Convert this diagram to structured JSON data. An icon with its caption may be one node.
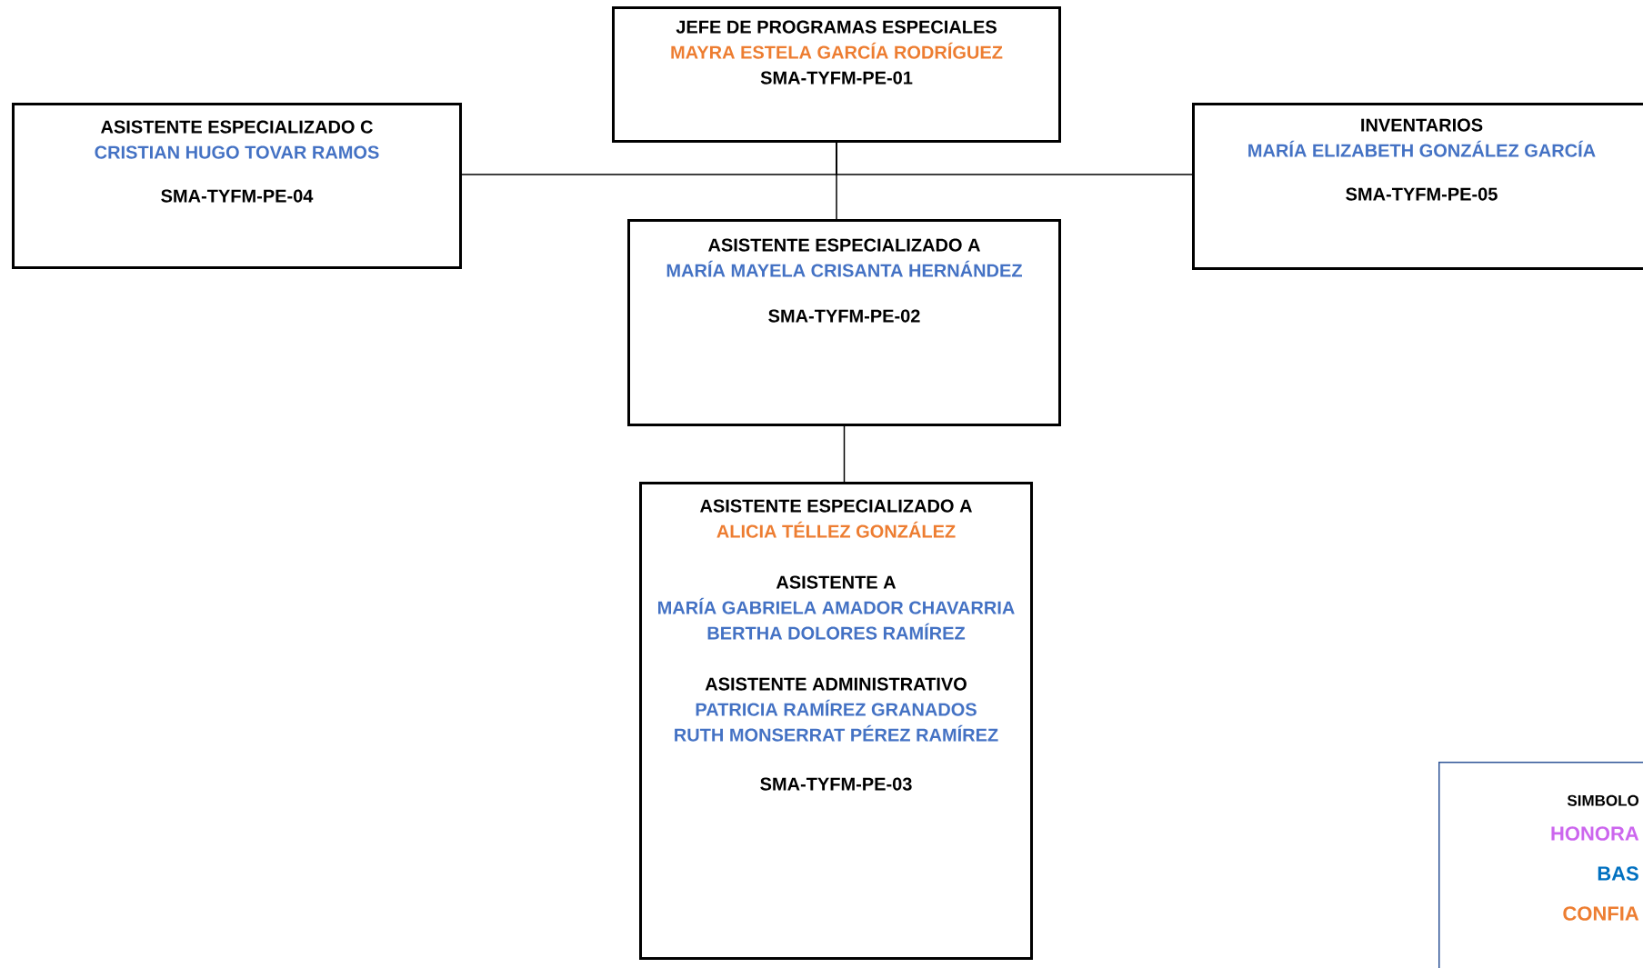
{
  "diagram": {
    "nodes": [
      {
        "text": [
          "JEFE DE PROGRAMAS ESPECIALES",
          "MAYRA ESTELA GARCÍA RODRÍGUEZ",
          "SMA-TYFM-PE-01"
        ]
      },
      {
        "text": [
          "ASISTENTE ESPECIALIZADO C",
          "CRISTIAN HUGO TOVAR RAMOS",
          "SMA-TYFM-PE-04"
        ]
      },
      {
        "text": [
          "INVENTARIOS",
          "MARÍA ELIZABETH GONZÁLEZ GARCÍA",
          "SMA-TYFM-PE-05"
        ]
      },
      {
        "text": [
          "ASISTENTE ESPECIALIZADO A",
          "MARÍA MAYELA CRISANTA HERNÁNDEZ",
          "SMA-TYFM-PE-02"
        ]
      },
      {
        "text": [
          "ASISTENTE ESPECIALIZADO A",
          "ALICIA TÉLLEZ GONZÁLEZ",
          "ASISTENTE A",
          "MARÍA GABRIELA AMADOR CHAVARRIA",
          "BERTHA DOLORES RAMÍREZ",
          "ASISTENTE ADMINISTRATIVO",
          "PATRICIA RAMÍREZ GRANADOS",
          "RUTH MONSERRAT PÉREZ RAMÍREZ",
          "SMA-TYFM-PE-03"
        ]
      },
      {
        "text": [
          "SIMBOLO",
          "HONORA",
          "BAS",
          "CONFIA"
        ]
      }
    ],
    "edges": [
      {
        "from": 0,
        "to": 1,
        "arrow": "none"
      },
      {
        "from": 0,
        "to": 2,
        "arrow": "none"
      },
      {
        "from": 0,
        "to": 3,
        "arrow": "none"
      },
      {
        "from": 3,
        "to": 4,
        "arrow": "none"
      }
    ]
  }
}
